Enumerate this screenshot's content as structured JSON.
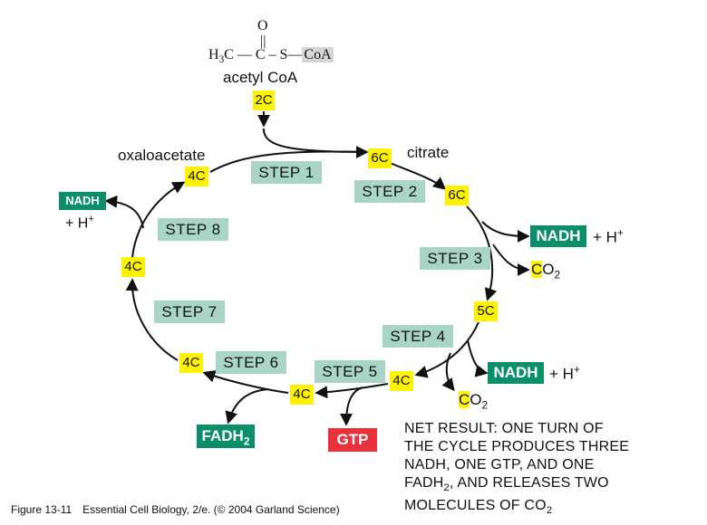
{
  "acetyl": {
    "formula_o": "O",
    "formula_left": "H",
    "formula_left_sub": "3",
    "formula_c1": "C",
    "formula_dash1": "—",
    "formula_c2": "C",
    "formula_dash2": "–",
    "formula_s": "S",
    "formula_dash3": "—",
    "formula_coa": "CoA",
    "name": "acetyl CoA",
    "carbons": "2C"
  },
  "metabolites": {
    "oxaloacetate": "oxaloacetate",
    "citrate": "citrate"
  },
  "carbon_boxes": [
    "6C",
    "6C",
    "5C",
    "4C",
    "4C",
    "4C",
    "4C",
    "4C"
  ],
  "steps": [
    "STEP 1",
    "STEP 2",
    "STEP 3",
    "STEP 4",
    "STEP 5",
    "STEP 6",
    "STEP 7",
    "STEP 8"
  ],
  "products": {
    "nadh": "NADH",
    "h_plus": "+ H",
    "h_plus_sup": "+",
    "co2_c": "C",
    "co2_o": "O",
    "co2_sub": "2",
    "fadh": "FADH",
    "fadh_sub": "2",
    "gtp": "GTP"
  },
  "net_result": {
    "line1": "NET RESULT: ONE TURN OF",
    "line2": "THE CYCLE PRODUCES THREE",
    "line3": "NADH, ONE GTP, AND ONE",
    "line4a": "FADH",
    "line4sub": "2",
    "line4b": ", AND RELEASES TWO",
    "line5a": "MOLECULES OF CO",
    "line5sub": "2"
  },
  "caption": {
    "figure": "Figure 13-11",
    "source": "Essential Cell Biology, 2/e. (© 2004 Garland Science)"
  },
  "colors": {
    "carbon_box": "#fff200",
    "step_box": "#a9d5c8",
    "nadh_box": "#0a8f6a",
    "gtp_box": "#e8313a"
  }
}
